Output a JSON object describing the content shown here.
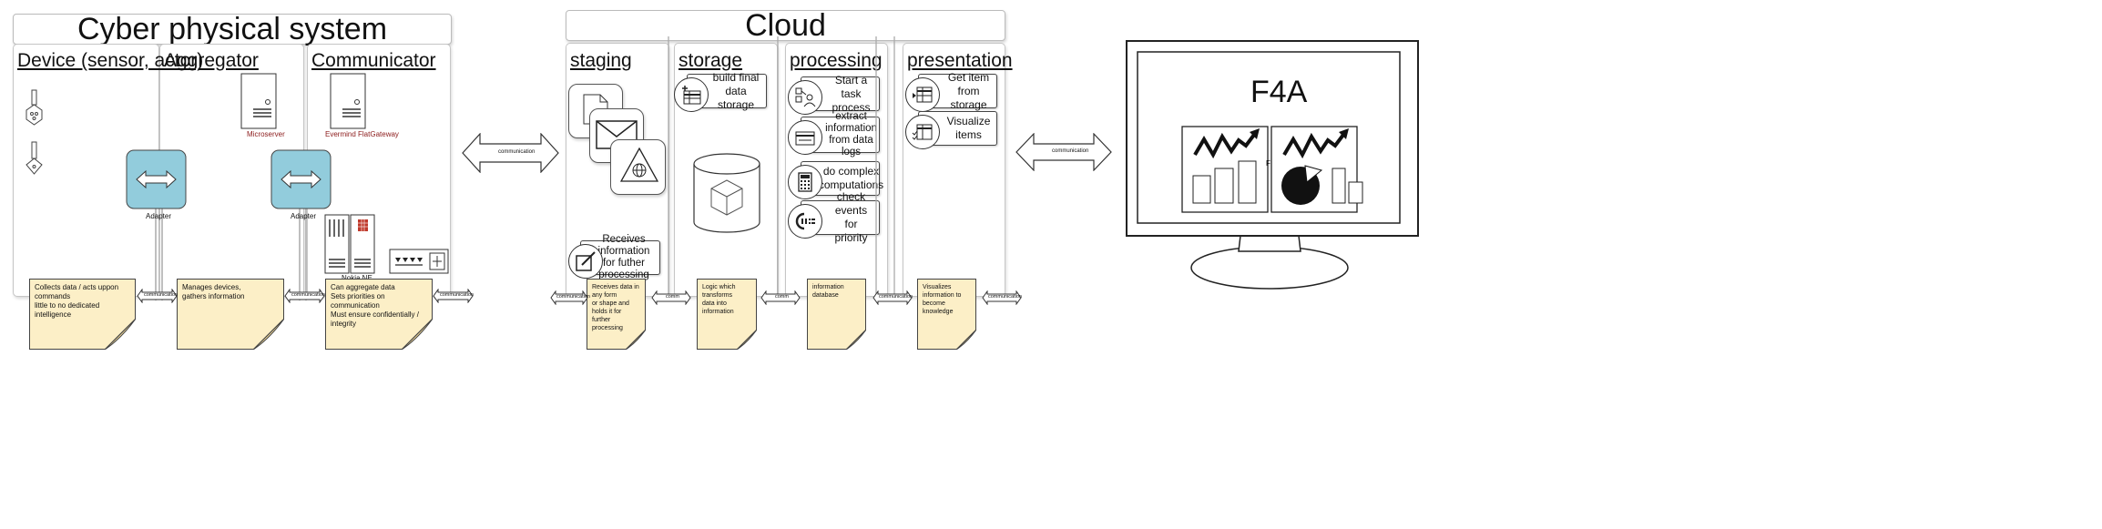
{
  "cps": {
    "title": "Cyber physical system",
    "lanes": {
      "device": "Device (sensor, actor)",
      "aggregator": "Aggregator",
      "communicator": "Communicator"
    },
    "microserver_label": "Microserver",
    "gateway_label": "Evermind FlatGateway",
    "adapter_label": "Adapter",
    "nokia_label": "Nokia NE",
    "notes": {
      "device": "Collects data / acts uppon commands\nlittle to no dedicated intelligence",
      "aggregator": "Manages devices,\ngathers information",
      "communicator": "Can aggregate data\nSets priorities on communication\nMust ensure confidentially / integrity"
    }
  },
  "cloud": {
    "title": "Cloud",
    "lanes": {
      "staging": "staging",
      "storage": "storage",
      "processing": "processing",
      "presentation": "presentation"
    },
    "tasks": {
      "receives": "Receives information for futher processing",
      "build_storage": "build final data storage",
      "start_task": "Start a task process",
      "extract": "extract information from data logs",
      "complex": "do complex computations",
      "check_events": "check events for priority",
      "get_item": "Get item from storage",
      "visualize": "Visualize items"
    },
    "notes": {
      "staging": "Receives data in any form\nor shape and holds it for\nfurther processing",
      "storage": "Logic which transforms\ndata into information",
      "processing": "information database",
      "presentation": "Visualizes information to\nbecome knowledge"
    }
  },
  "arrows": {
    "communication": "communication",
    "comm": "comm"
  },
  "monitor": {
    "title": "F4A"
  },
  "colors": {
    "note_fill": "#fcefc7",
    "adapter_fill": "#92ccdc",
    "note_fold": "#f5dd9c",
    "server_label": "#8b1a1a"
  }
}
